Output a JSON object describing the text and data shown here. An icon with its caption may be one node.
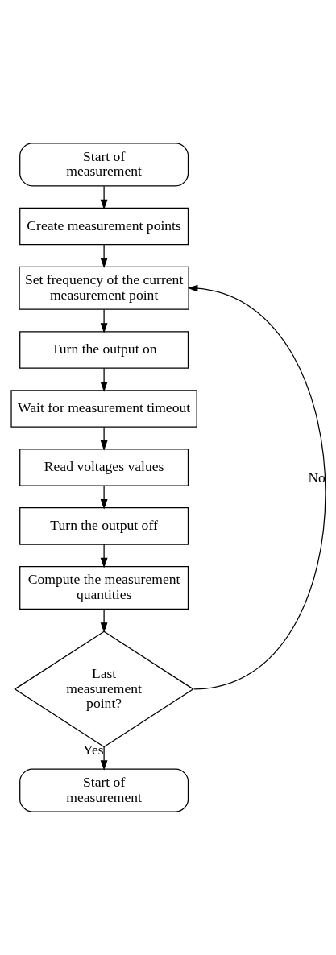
{
  "diagram": {
    "nodes": [
      {
        "text": [
          "Start of measurement"
        ]
      },
      {
        "text": [
          "Create measurement points"
        ]
      },
      {
        "text": [
          "Set frequency of the current measurement point"
        ]
      },
      {
        "text": [
          "Turn the output on"
        ]
      },
      {
        "text": [
          "Wait for measurement timeout"
        ]
      },
      {
        "text": [
          "Read voltages values"
        ]
      },
      {
        "text": [
          "Turn the output off"
        ]
      },
      {
        "text": [
          "Compute the measurement quantities"
        ]
      },
      {
        "text": [
          "Last measurement point?"
        ]
      },
      {
        "text": [
          "Start of measurement"
        ]
      }
    ],
    "edges": [
      {
        "from": 0,
        "to": 1,
        "arrow": "to"
      },
      {
        "from": 1,
        "to": 2,
        "arrow": "to"
      },
      {
        "from": 2,
        "to": 3,
        "arrow": "to"
      },
      {
        "from": 3,
        "to": 4,
        "arrow": "to"
      },
      {
        "from": 4,
        "to": 5,
        "arrow": "to"
      },
      {
        "from": 5,
        "to": 6,
        "arrow": "to"
      },
      {
        "from": 6,
        "to": 7,
        "arrow": "to"
      },
      {
        "from": 7,
        "to": 8,
        "arrow": "to"
      },
      {
        "from": 8,
        "to": 9,
        "label": "Yes",
        "arrow": "to"
      },
      {
        "from": 8,
        "to": 2,
        "label": "No",
        "arrow": "to"
      }
    ]
  }
}
